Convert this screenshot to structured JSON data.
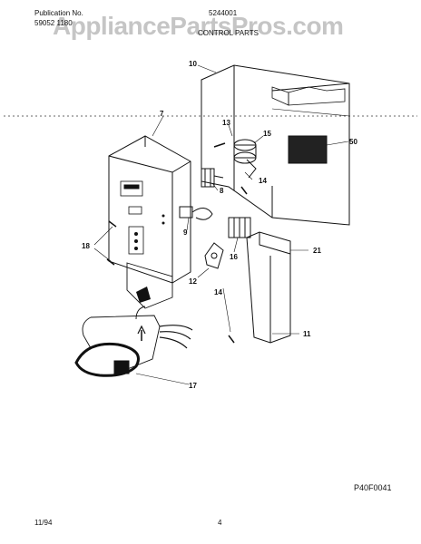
{
  "header": {
    "pub_label": "Publication No.",
    "pub_number": "5244001",
    "model": "59052 1180",
    "section": "CONTROL PARTS"
  },
  "watermark": "AppliancePartsPros.com",
  "callouts": {
    "c10": "10",
    "c7": "7",
    "c13": "13",
    "c15": "15",
    "c50": "50",
    "c14a": "14",
    "c8": "8",
    "c9": "9",
    "c18": "18",
    "c16": "16",
    "c21": "21",
    "c12": "12",
    "c14b": "14",
    "c11": "11",
    "c17": "17"
  },
  "footer": {
    "figure_code": "P40F0041",
    "date": "11/94",
    "page": "4"
  }
}
